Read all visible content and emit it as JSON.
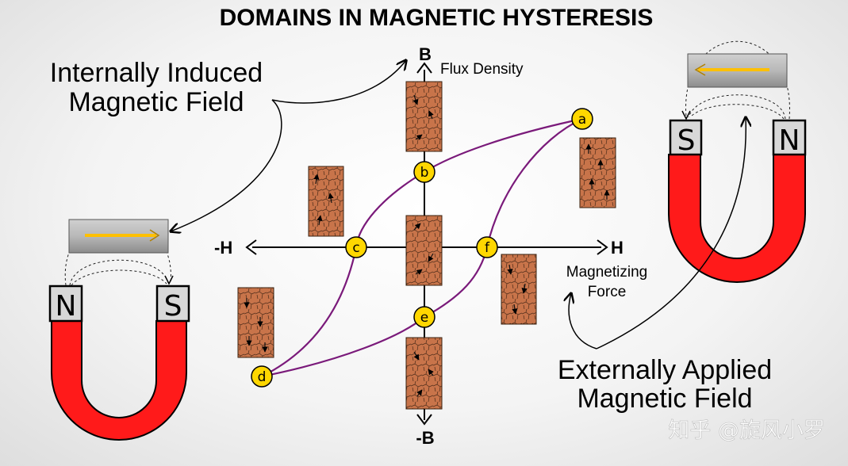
{
  "title": "DOMAINS IN MAGNETIC HYSTERESIS",
  "axes": {
    "b_pos": "B",
    "b_pos_desc": "Flux Density",
    "b_neg": "-B",
    "h_pos": "H",
    "h_neg": "-H",
    "h_desc_line1": "Magnetizing",
    "h_desc_line2": "Force"
  },
  "points": {
    "a": "a",
    "b": "b",
    "c": "c",
    "d": "d",
    "e": "e",
    "f": "f"
  },
  "annotations": {
    "internal_line1": "Internally Induced",
    "internal_line2": "Magnetic Field",
    "external_line1": "Externally Applied",
    "external_line2": "Magnetic Field"
  },
  "magnets": {
    "left": {
      "pole_left": "N",
      "pole_right": "S"
    },
    "right": {
      "pole_left": "S",
      "pole_right": "N"
    }
  },
  "watermark": "知乎 @旋风小罗",
  "colors": {
    "curve": "#7a1a7a",
    "point_fill": "#ffd700",
    "magnet_red": "#ff1a1a",
    "domain_fill": "#c8744a",
    "field_arrow": "#ffc000"
  }
}
